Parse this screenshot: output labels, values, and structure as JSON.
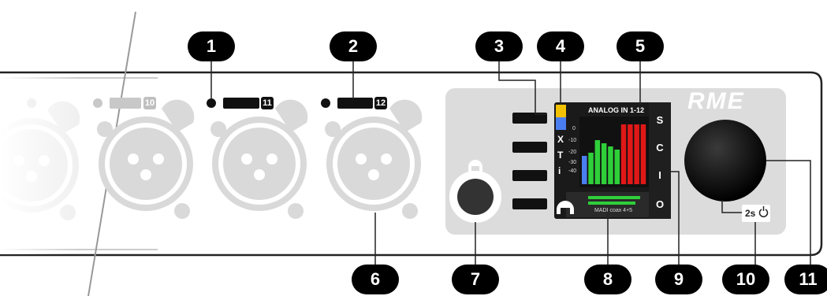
{
  "callouts": [
    "1",
    "2",
    "3",
    "4",
    "5",
    "6",
    "7",
    "8",
    "9",
    "10",
    "11"
  ],
  "channels": [
    "10",
    "11",
    "12"
  ],
  "function_buttons": [
    "S",
    "C",
    "I",
    "O"
  ],
  "display": {
    "title": "ANALOG IN 1-12",
    "scale": [
      "0",
      "-10",
      "-20",
      "-30",
      "-40"
    ],
    "status_icons": [
      "X",
      "T",
      "i"
    ],
    "madi_label": "MADI coax 4+5"
  },
  "power_label": "2s",
  "brand": "RME",
  "icons": [
    "headphones-icon",
    "power-icon",
    "star-icon",
    "xlr-connector-icon"
  ],
  "colors": {
    "panel": "#dcdcdc",
    "display_bg": "#1a1a1a",
    "meter_green": "#2fcf3a",
    "meter_red": "#e01818",
    "meter_blue": "#4a7ef0",
    "accent_yellow": "#f2c200"
  }
}
